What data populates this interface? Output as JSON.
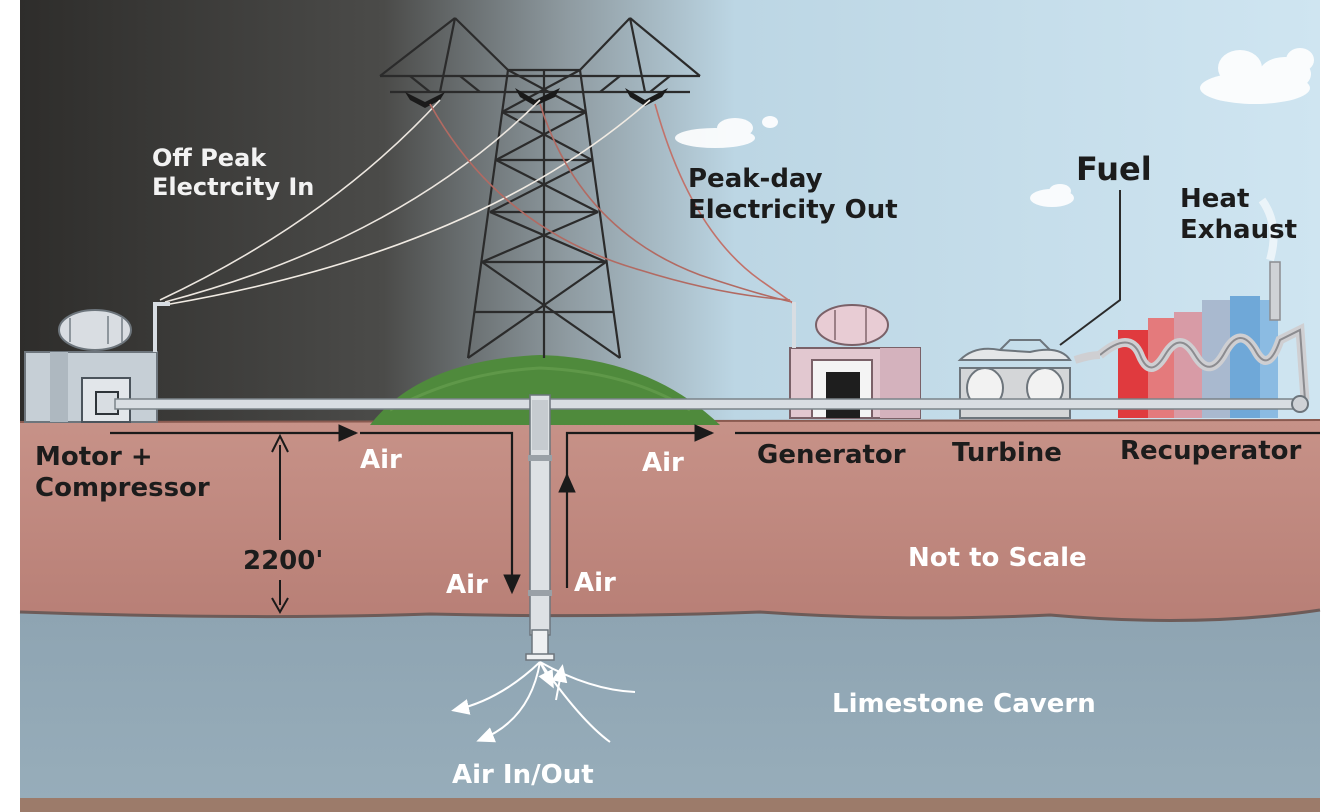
{
  "labels": {
    "off_peak_line1": "Off Peak",
    "off_peak_line2": "Electrcity In",
    "peak_day_line1": "Peak-day",
    "peak_day_line2": "Electricity Out",
    "fuel": "Fuel",
    "heat_line1": "Heat",
    "heat_line2": "Exhaust",
    "motor_line1": "Motor +",
    "motor_line2": "Compressor",
    "air_left": "Air",
    "air_right": "Air",
    "air_down": "Air",
    "air_up": "Air",
    "generator": "Generator",
    "turbine": "Turbine",
    "recuperator": "Recuperator",
    "depth": "2200'",
    "not_to_scale": "Not to Scale",
    "limestone": "Limestone Cavern",
    "air_in_out": "Air In/Out"
  },
  "colors": {
    "sky": "#c9e2ef",
    "storm": "#3a3a38",
    "earth": "#c08a80",
    "cavern": "#8ca4b4",
    "hill": "#4f8a3c",
    "recuperator_red": "#e03a3e",
    "recuperator_blue": "#6fa8d8"
  }
}
